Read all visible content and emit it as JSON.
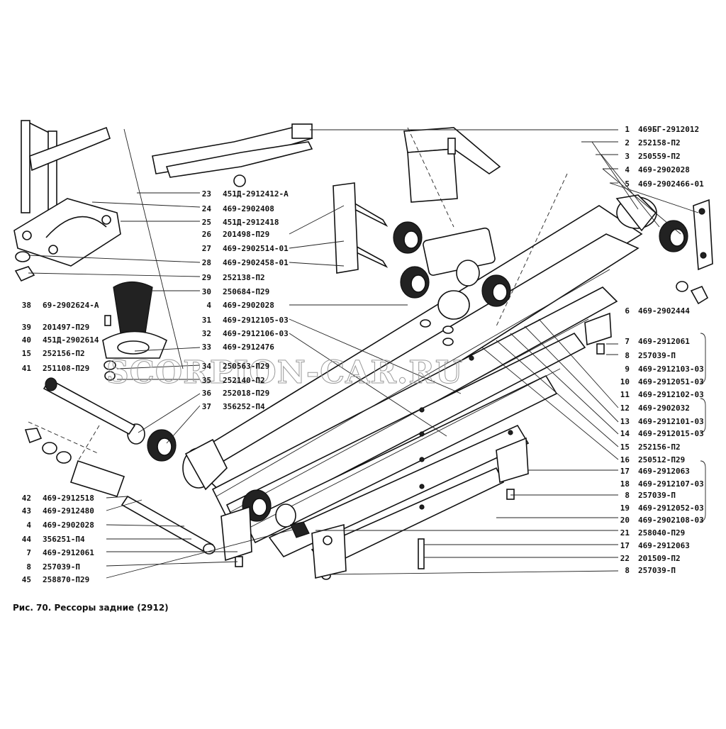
{
  "caption": "Рис. 70. Рессоры задние (2912)",
  "watermark": "SCORPION-CAR.RU",
  "callouts_left": [
    {
      "num": "38",
      "pn": "69-2902624-А"
    },
    {
      "num": "39",
      "pn": "201497-П29"
    },
    {
      "num": "40",
      "pn": "451Д-2902614"
    },
    {
      "num": "15",
      "pn": "252156-П2"
    },
    {
      "num": "41",
      "pn": "251108-П29"
    },
    {
      "num": "42",
      "pn": "469-2912518"
    },
    {
      "num": "43",
      "pn": "469-2912480"
    },
    {
      "num": "4",
      "pn": "469-2902028"
    },
    {
      "num": "44",
      "pn": "356251-П4"
    },
    {
      "num": "7",
      "pn": "469-2912061"
    },
    {
      "num": "8",
      "pn": "257039-П"
    },
    {
      "num": "45",
      "pn": "258870-П29"
    }
  ],
  "callouts_center": [
    {
      "num": "23",
      "pn": "451Д-2912412-А"
    },
    {
      "num": "24",
      "pn": "469-2902408"
    },
    {
      "num": "25",
      "pn": "451Д-2912418"
    },
    {
      "num": "26",
      "pn": "201498-П29"
    },
    {
      "num": "27",
      "pn": "469-2902514-01"
    },
    {
      "num": "28",
      "pn": "469-2902458-01"
    },
    {
      "num": "29",
      "pn": "252138-П2"
    },
    {
      "num": "30",
      "pn": "250684-П29"
    },
    {
      "num": "4",
      "pn": "469-2902028"
    },
    {
      "num": "31",
      "pn": "469-2912105-03"
    },
    {
      "num": "32",
      "pn": "469-2912106-03"
    },
    {
      "num": "33",
      "pn": "469-2912476"
    },
    {
      "num": "34",
      "pn": "250563-П29"
    },
    {
      "num": "35",
      "pn": "252140-П2"
    },
    {
      "num": "36",
      "pn": "252018-П29"
    },
    {
      "num": "37",
      "pn": "356252-П4"
    }
  ],
  "callouts_right": [
    {
      "num": "1",
      "pn": "469БГ-2912012"
    },
    {
      "num": "2",
      "pn": "252158-П2"
    },
    {
      "num": "3",
      "pn": "250559-П2"
    },
    {
      "num": "4",
      "pn": "469-2902028"
    },
    {
      "num": "5",
      "pn": "469-2902466-01"
    },
    {
      "num": "6",
      "pn": "469-2902444"
    },
    {
      "num": "7",
      "pn": "469-2912061"
    },
    {
      "num": "8",
      "pn": "257039-П"
    },
    {
      "num": "9",
      "pn": "469-2912103-03"
    },
    {
      "num": "10",
      "pn": "469-2912051-03"
    },
    {
      "num": "11",
      "pn": "469-2912102-03"
    },
    {
      "num": "12",
      "pn": "469-2902032"
    },
    {
      "num": "13",
      "pn": "469-2912101-03"
    },
    {
      "num": "14",
      "pn": "469-2912015-03"
    },
    {
      "num": "15",
      "pn": "252156-П2"
    },
    {
      "num": "16",
      "pn": "250512-П29"
    },
    {
      "num": "17",
      "pn": "469-2912063"
    },
    {
      "num": "18",
      "pn": "469-2912107-03"
    },
    {
      "num": "8",
      "pn": "257039-П"
    },
    {
      "num": "19",
      "pn": "469-2912052-03"
    },
    {
      "num": "20",
      "pn": "469-2902108-03"
    },
    {
      "num": "21",
      "pn": "258040-П29"
    },
    {
      "num": "17",
      "pn": "469-2912063"
    },
    {
      "num": "22",
      "pn": "201509-П2"
    },
    {
      "num": "8",
      "pn": "257039-П"
    }
  ]
}
